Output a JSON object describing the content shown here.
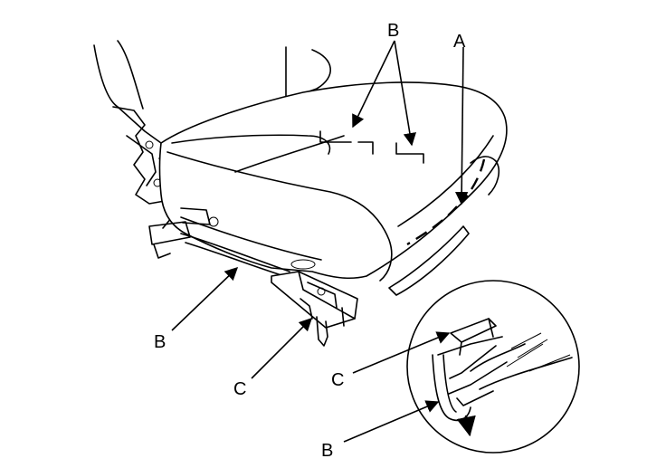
{
  "labels": {
    "a_top": "A",
    "b_top": "B",
    "b_left": "B",
    "c_left": "C",
    "c_detail": "C",
    "b_detail": "B"
  }
}
